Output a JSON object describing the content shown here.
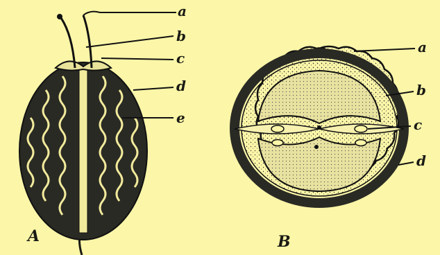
{
  "figure_a": {
    "caption": "A",
    "labels": [
      "a",
      "b",
      "c",
      "d",
      "e"
    ]
  },
  "figure_b": {
    "caption": "B",
    "labels": [
      "a",
      "b",
      "c",
      "d"
    ]
  },
  "colors": {
    "background": "#fbf6a8",
    "ink": "#1a1a14"
  }
}
